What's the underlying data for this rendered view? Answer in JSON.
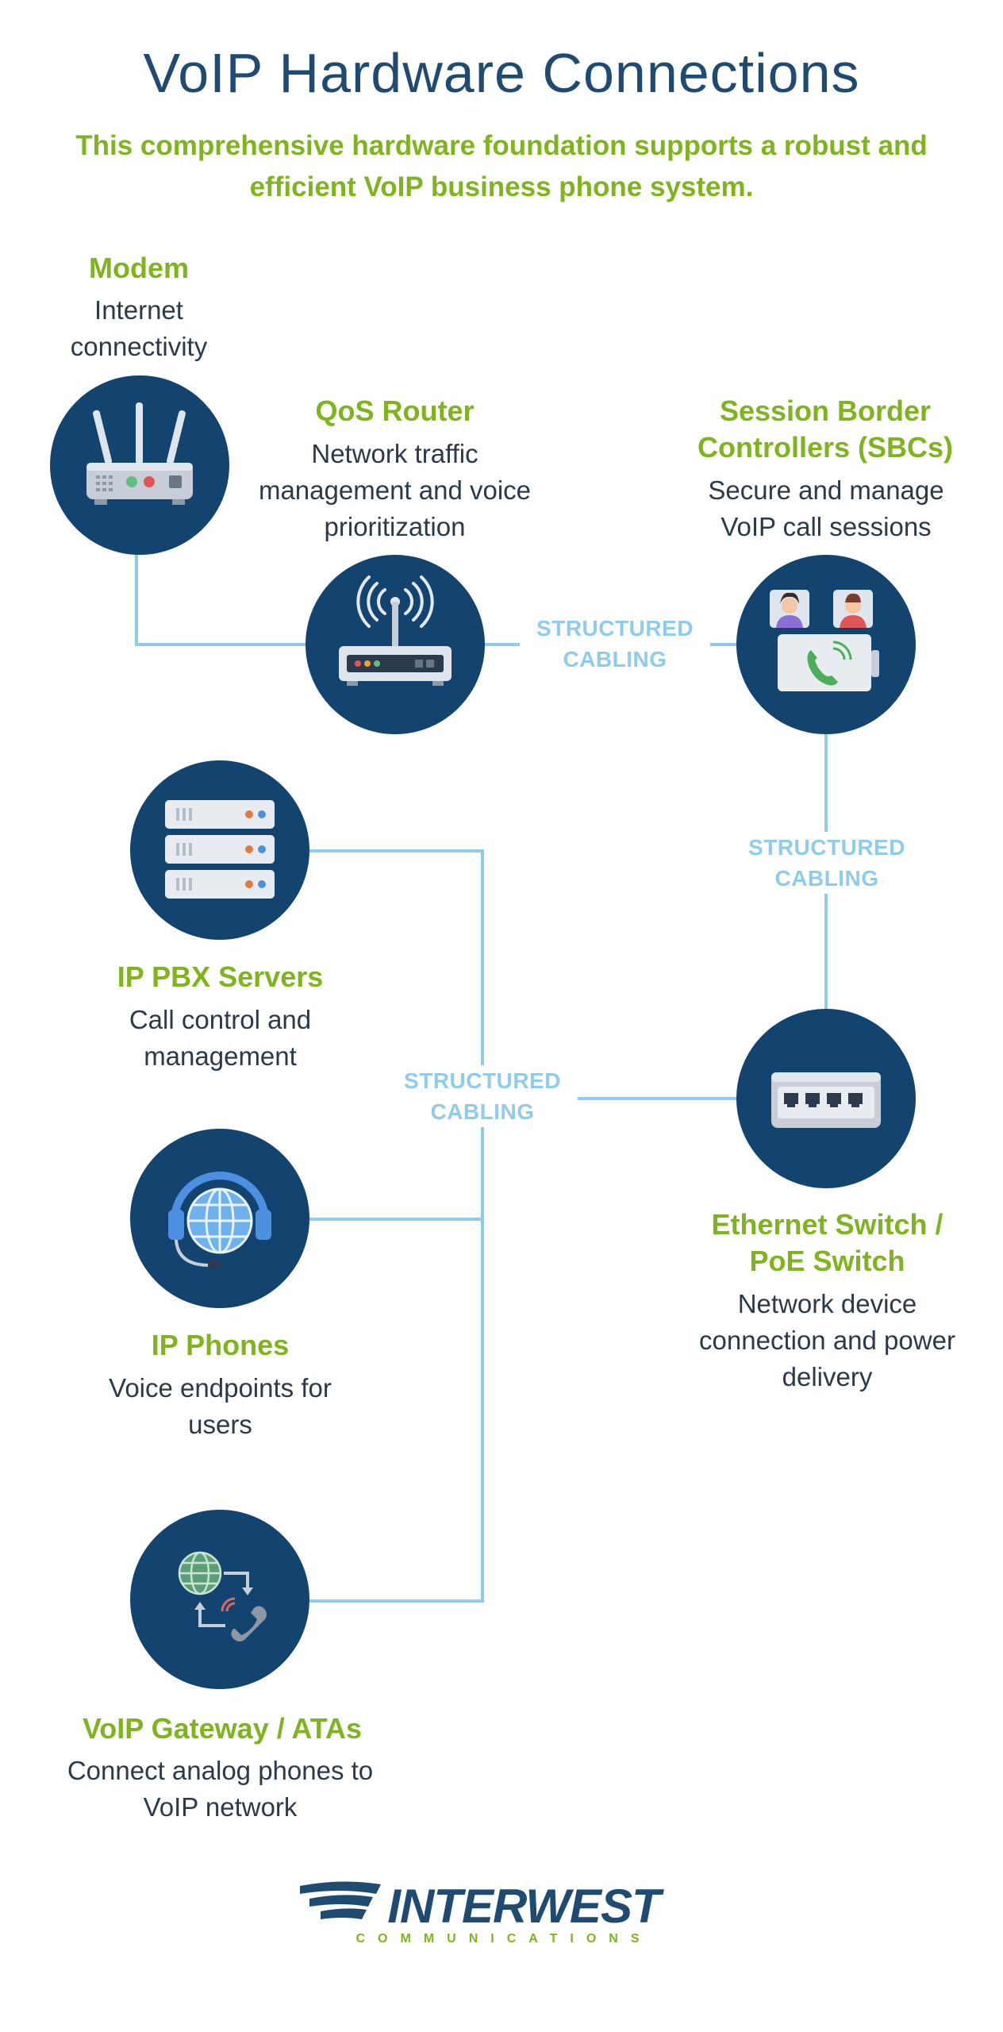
{
  "header": {
    "title": "VoIP Hardware Connections",
    "subtitle": "This comprehensive hardware foundation supports a robust and efficient VoIP business phone system."
  },
  "nodes": {
    "modem": {
      "title": "Modem",
      "description": "Internet connectivity",
      "icon": "modem-icon"
    },
    "qos_router": {
      "title": "QoS Router",
      "description": "Network traffic management and voice prioritization",
      "icon": "router-icon"
    },
    "sbc": {
      "title": "Session Border Controllers (SBCs)",
      "description": "Secure and manage VoIP call sessions",
      "icon": "video-call-icon"
    },
    "pbx": {
      "title": "IP PBX Servers",
      "description": "Call control and management",
      "icon": "server-rack-icon"
    },
    "switch": {
      "title": "Ethernet Switch / PoE Switch",
      "description": "Network device connection and power delivery",
      "icon": "ethernet-switch-icon"
    },
    "phones": {
      "title": "IP Phones",
      "description": "Voice endpoints for users",
      "icon": "headset-globe-icon"
    },
    "gateway": {
      "title": "VoIP Gateway / ATAs",
      "description": "Connect analog phones to VoIP network",
      "icon": "gateway-icon"
    }
  },
  "connections": {
    "label_1": "STRUCTURED CABLING",
    "label_2": "STRUCTURED CABLING",
    "label_3": "STRUCTURED CABLING"
  },
  "logo": {
    "name": "INTERWEST",
    "tagline": "COMMUNICATIONS"
  },
  "colors": {
    "title": "#1f4a72",
    "accent_green": "#7fb41e",
    "circle_navy": "#134470",
    "cable_blue": "#8fcbeb"
  }
}
